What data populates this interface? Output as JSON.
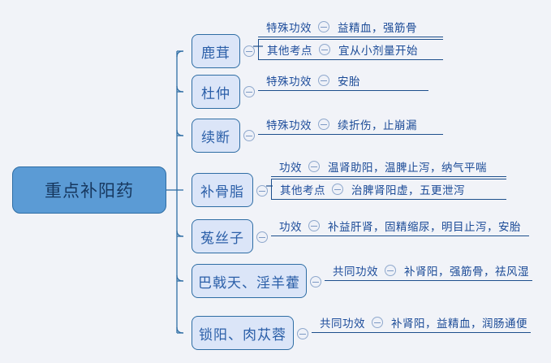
{
  "app": {
    "type": "mind-map",
    "background_color": "#f1f3f8"
  },
  "colors": {
    "root_fill": "#5b9bd5",
    "root_border": "#2e6da4",
    "node_fill": "#dbe5f8",
    "node_border": "#2e6da4",
    "line": "#1d4f8c",
    "text": "#1f4e9c"
  },
  "root": {
    "label": "重点补阳药"
  },
  "branches": [
    {
      "label": "鹿茸",
      "rows": [
        {
          "label": "特殊功效",
          "toggle": "collapse-icon",
          "value": "益精血，强筋骨",
          "boxed": false
        },
        {
          "label": "其他考点",
          "toggle": "collapse-icon",
          "value": "宜从小剂量开始",
          "boxed": true
        }
      ]
    },
    {
      "label": "杜仲",
      "rows": [
        {
          "label": "特殊功效",
          "toggle": "collapse-icon",
          "value": "安胎",
          "boxed": false
        }
      ]
    },
    {
      "label": "续断",
      "rows": [
        {
          "label": "特殊功效",
          "toggle": "collapse-icon",
          "value": "续折伤，止崩漏",
          "boxed": false
        }
      ]
    },
    {
      "label": "补骨脂",
      "rows": [
        {
          "label": "功效",
          "toggle": "collapse-icon",
          "value": "温肾助阳，温脾止泻，纳气平喘",
          "boxed": false
        },
        {
          "label": "其他考点",
          "toggle": "collapse-icon",
          "value": "治脾肾阳虚，五更泄泻",
          "boxed": true
        }
      ]
    },
    {
      "label": "菟丝子",
      "rows": [
        {
          "label": "功效",
          "toggle": "collapse-icon",
          "value": "补益肝肾，固精缩尿，明目止泻，安胎",
          "boxed": false
        }
      ]
    },
    {
      "label": "巴戟天、淫羊藿",
      "rows": [
        {
          "label": "共同功效",
          "toggle": "collapse-icon",
          "value": "补肾阳，强筋骨，祛风湿",
          "boxed": false
        }
      ]
    },
    {
      "label": "锁阳、肉苁蓉",
      "rows": [
        {
          "label": "共同功效",
          "toggle": "collapse-icon",
          "value": "补肾阳，益精血，润肠通便",
          "boxed": false
        }
      ]
    }
  ]
}
